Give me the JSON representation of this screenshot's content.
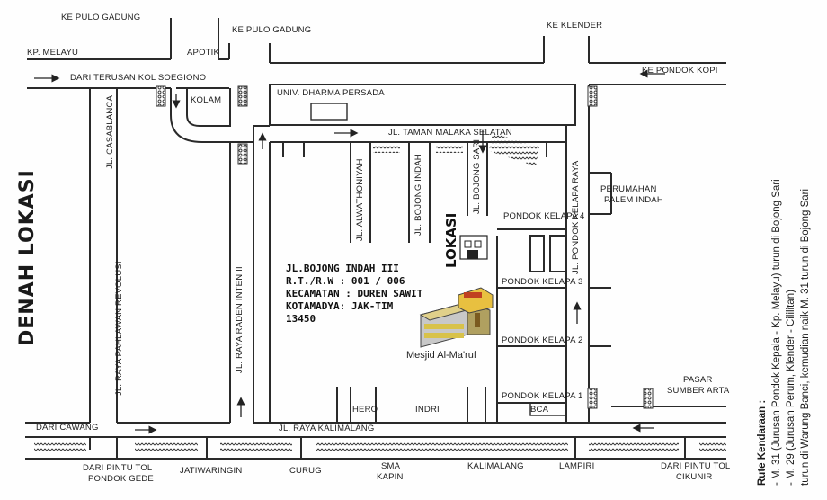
{
  "map": {
    "title": "DENAH LOKASI",
    "lokasi": "LOKASI",
    "labels": {
      "ke_pulo_gadung_1": "KE PULO GADUNG",
      "ke_pulo_gadung_2": "KE PULO GADUNG",
      "ke_klender": "KE KLENDER",
      "kp_melayu": "KP. MELAYU",
      "apotik": "APOTIK",
      "dari_terusan": "DARI TERUSAN KOL SOEGIONO",
      "ke_pondok_kopi": "KE PONDOK KOPI",
      "kolam": "KOLAM",
      "univ": "UNIV. DHARMA PERSADA",
      "jl_taman_malaka": "JL. TAMAN MALAKA SELATAN",
      "jl_casablanca": "JL. CASABLANCA",
      "jl_alwathoniyah": "JL. ALWATHONIYAH",
      "jl_bojong_indah": "JL. BOJONG INDAH",
      "jl_bojong_sari": "JL. BOJONG SARI",
      "jl_pondok_kelapa_raya": "JL. PONDOK KELAPA RAYA",
      "perumahan": "PERUMAHAN",
      "palem_indah": "PALEM INDAH",
      "pondok_kelapa_4": "PONDOK KELAPA 4",
      "pondok_kelapa_3": "PONDOK KELAPA 3",
      "pondok_kelapa_2": "PONDOK KELAPA 2",
      "pondok_kelapa_1": "PONDOK KELAPA 1",
      "bca": "BCA",
      "pasar": "PASAR",
      "sumber_arta": "SUMBER ARTA",
      "jl_raya_pahlawan": "JL. RAYA PAHLAWAN REVOLUSI",
      "jl_raya_raden_inten": "JL. RAYA RADEN INTEN II",
      "hero": "HERO",
      "indri": "INDRI",
      "dari_cawang": "DARI CAWANG",
      "jl_raya_kalimalang": "JL. RAYA KALIMALANG",
      "dari_pintu_tol_pondok_gede_1": "DARI PINTU TOL",
      "dari_pintu_tol_pondok_gede_2": "PONDOK GEDE",
      "jatiwaringin": "JATIWARINGIN",
      "curug": "CURUG",
      "sma": "SMA",
      "kapin": "KAPIN",
      "kalimalang": "KALIMALANG",
      "lampiri": "LAMPIRI",
      "dari_pintu_tol_cikunir_1": "DARI PINTU TOL",
      "dari_pintu_tol_cikunir_2": "CIKUNIR"
    },
    "address": {
      "line1": "JL.BOJONG INDAH III",
      "line2": "R.T./R.W : 001 / 006",
      "line3": "KECAMATAN : DUREN SAWIT",
      "line4": "KOTAMADYA: JAK-TIM",
      "line5": "13450"
    },
    "mosque_caption": "Mesjid  Al-Ma'ruf",
    "route": {
      "heading": "Rute Kendaraan :",
      "line1": "- M. 31 (Jurusan Pondok Kepala - Kp. Melayu) turun di Bojong Sari",
      "line2": "- M. 29 (Jurusan Perum, Klender - Cililitan)",
      "line3": "turun di Warung Banci, kemudian naik M. 31 turun di Bojong Sari"
    }
  }
}
